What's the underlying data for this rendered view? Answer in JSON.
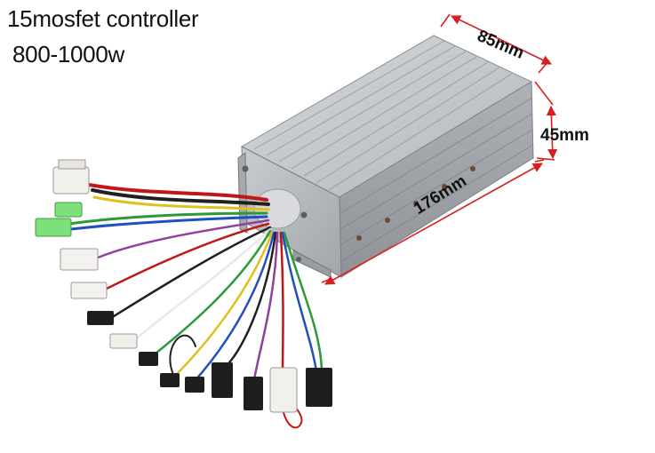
{
  "title": {
    "line1": "15mosfet controller",
    "line2": "800-1000w"
  },
  "dimensions": {
    "width": "85mm",
    "height": "45mm",
    "length": "176mm"
  },
  "colors": {
    "dimension_line": "#d62020",
    "housing": "#b9bcc0",
    "background": "#ffffff"
  }
}
